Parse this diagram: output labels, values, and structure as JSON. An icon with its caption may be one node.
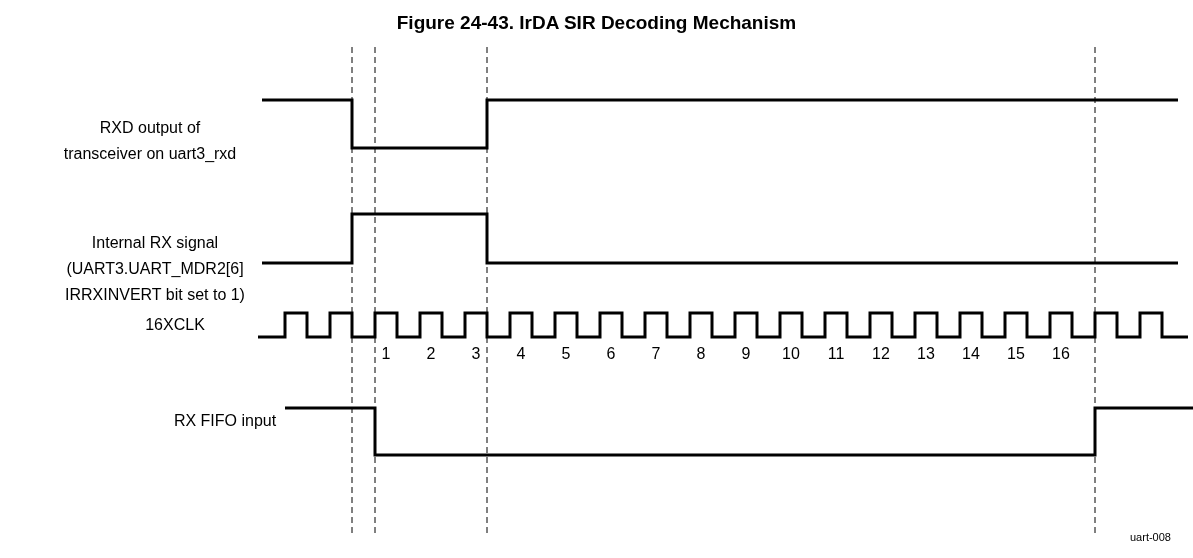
{
  "diagram": {
    "title": "Figure 24-43. IrDA SIR Decoding Mechanism",
    "labels": [
      "RXD output of transceiver on uart3_rxd",
      "Internal RX signal (UART3.UART_MDR2[6] IRRXINVERT bit set to 1)",
      "16XCLK",
      "1",
      "2",
      "3",
      "4",
      "5",
      "6",
      "7",
      "8",
      "9",
      "10",
      "11",
      "12",
      "13",
      "14",
      "15",
      "16",
      "RX FIFO input",
      "uart-008"
    ]
  }
}
